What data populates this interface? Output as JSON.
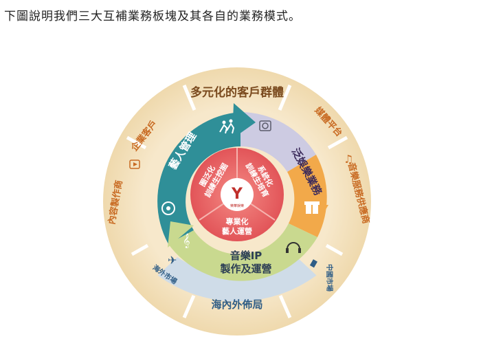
{
  "caption": "下圖說明我們三大互補業務板塊及其各自的業務模式。",
  "outer_ring": {
    "top": "多元化的客戶群體",
    "upper_right": "媒體平台",
    "right": "音樂服務供應商",
    "lower_right": "中國市場",
    "bottom": "海內外佈局",
    "lower_left": "海外市場",
    "left": "內容製作商",
    "upper_left": "企業客戶"
  },
  "middle_ring": {
    "artist_management": "藝人管理",
    "pan_entertainment": "泛娛樂業務",
    "music_ip_line1": "音樂IP",
    "music_ip_line2": "製作及運營"
  },
  "inner_core": {
    "left_line1": "圈泛化",
    "left_line2": "訓練生挖掘",
    "right_line1": "系統化",
    "right_line2": "訓練生培育",
    "bottom_line1": "專業化",
    "bottom_line2": "藝人運營",
    "logo_text": "樂華娛樂"
  },
  "colors": {
    "outer_ring": "#f5e3c3",
    "outer_bottom": "#cddbe8",
    "middle_teal": "#2f8f98",
    "middle_lavender": "#c9c7df",
    "middle_orange": "#f2a94a",
    "middle_green": "#c8d88f",
    "core_red": "#e7565a",
    "outer_text_brown": "#7a4a1e",
    "outer_text_orange": "#c86a22",
    "outer_text_blue": "#2f5d86",
    "logo_red": "#c0302c"
  },
  "icons": [
    "running-people-icon",
    "turntable-icon",
    "music-note-icon",
    "gift-icon",
    "headphones-icon",
    "treble-clef-icon",
    "target-icon",
    "airplane-icon",
    "map-pin-icon",
    "play-icon"
  ]
}
